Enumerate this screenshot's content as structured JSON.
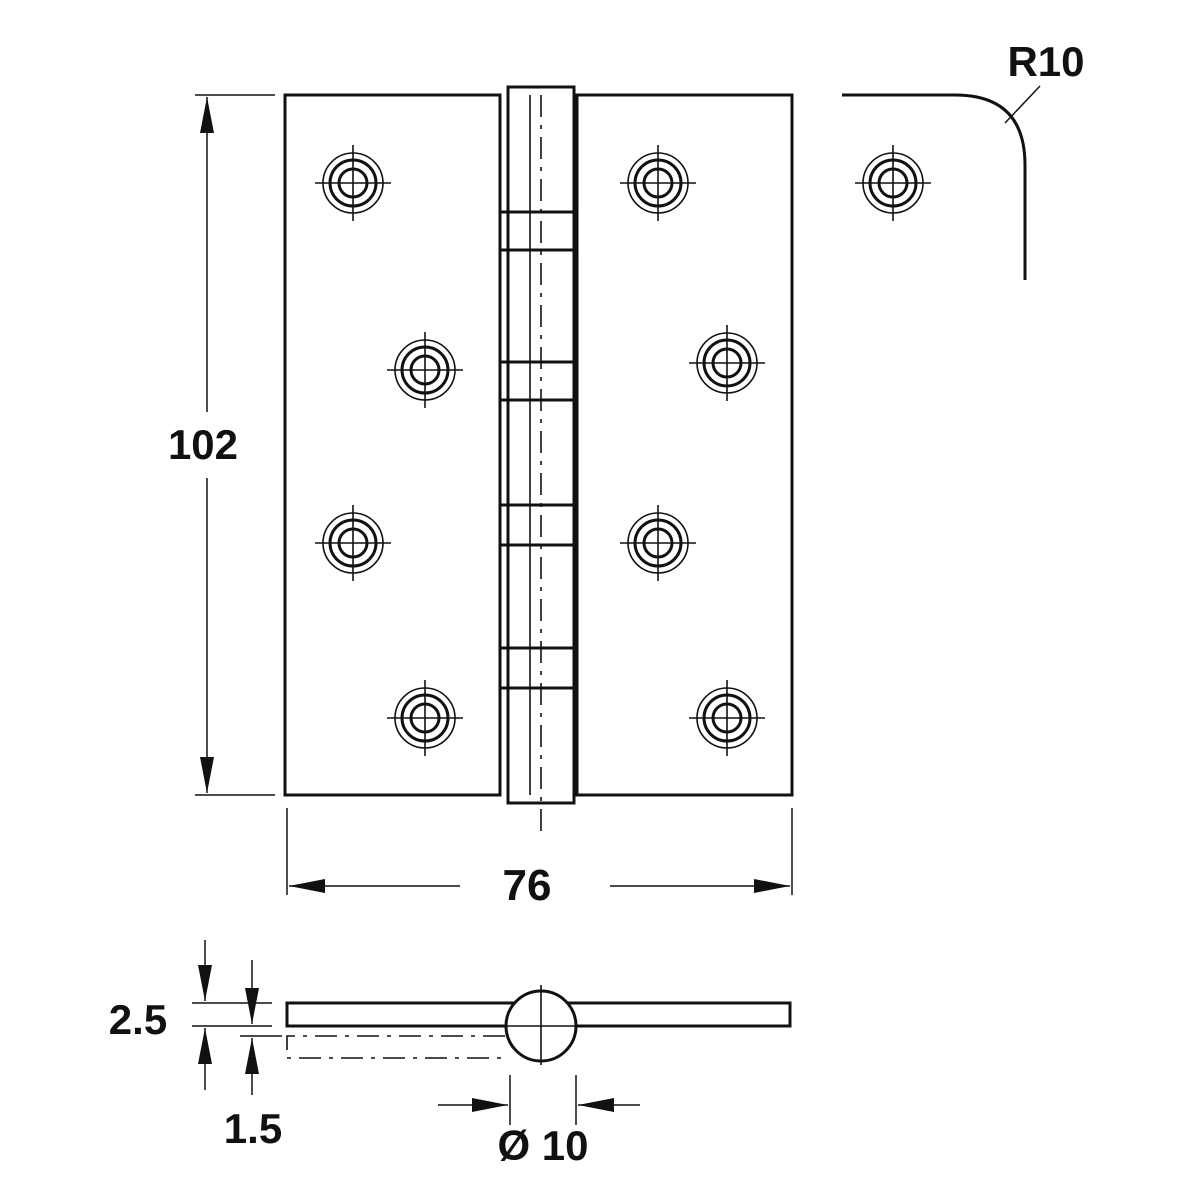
{
  "dimensions": {
    "height": "102",
    "width": "76",
    "radius": "R10",
    "leaf_thickness": "2.5",
    "gap": "1.5",
    "knuckle_diameter": "Ø 10"
  }
}
